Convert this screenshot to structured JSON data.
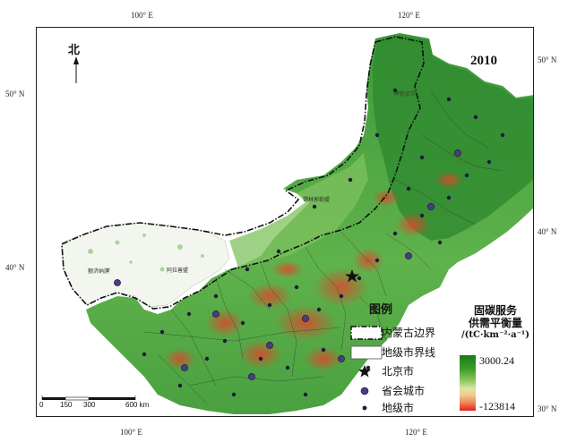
{
  "map": {
    "year": "2010",
    "north_label": "北",
    "top_ticks": [
      "100° E",
      "120° E"
    ],
    "bottom_ticks": [
      "100° E",
      "120° E"
    ],
    "left_ticks": [
      "50° N",
      "40° N"
    ],
    "right_ticks": [
      "50° N",
      "40° N",
      "30° N"
    ],
    "place_labels": [
      "阿拉善盟",
      "额济纳旗",
      "锡林郭勒盟",
      "呼伦贝尔"
    ]
  },
  "legend": {
    "title": "图例",
    "items": [
      {
        "symbol": "dash-dot-line",
        "label": "内蒙古边界"
      },
      {
        "symbol": "thin-line",
        "label": "地级市界线"
      },
      {
        "symbol": "star",
        "label": "北京市"
      },
      {
        "symbol": "large-circle",
        "label": "省会城市"
      },
      {
        "symbol": "small-circle",
        "label": "地级市"
      }
    ]
  },
  "colorbar": {
    "title_line1": "固碳服务",
    "title_line2": "供需平衡量",
    "unit": "/(tC·km⁻²·a⁻¹)",
    "max_label": "3000.24",
    "min_label": "-123814",
    "colors": [
      "#1a7a1a",
      "#8cc45a",
      "#f4c98a",
      "#e31e1e"
    ]
  },
  "scalebar": {
    "labels": [
      "0",
      "150",
      "300",
      "600 km"
    ]
  }
}
